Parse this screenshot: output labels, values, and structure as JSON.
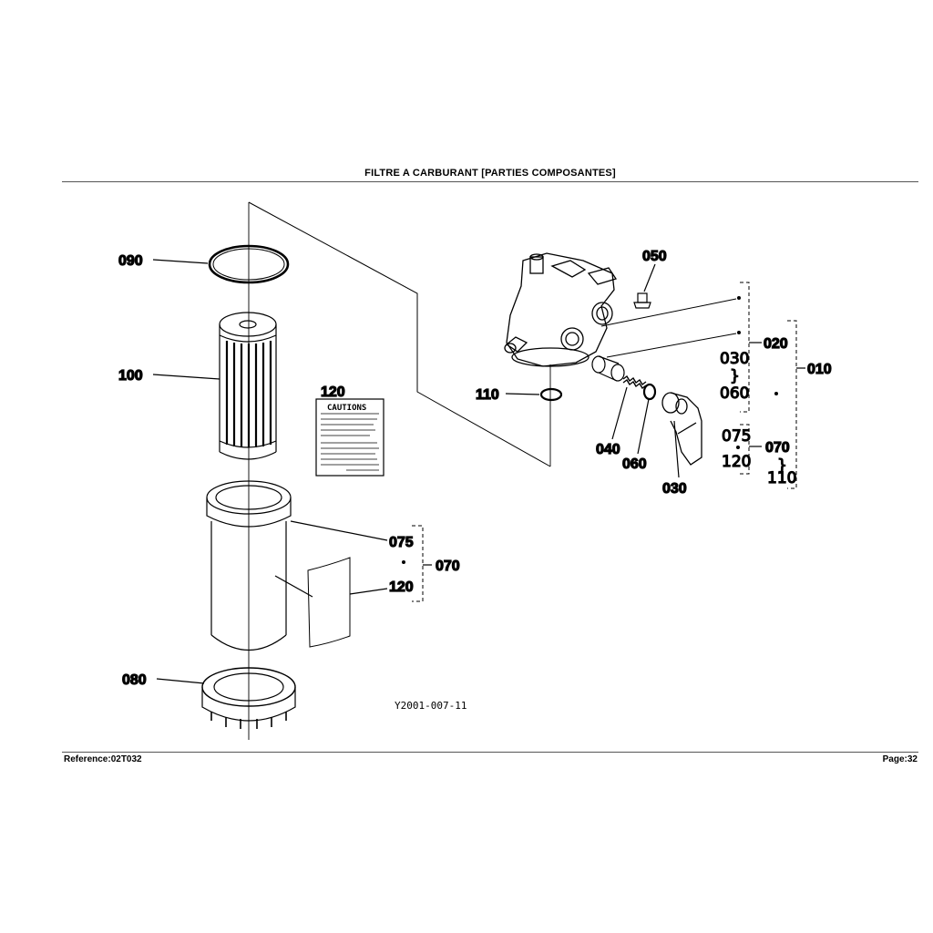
{
  "page": {
    "title": "FILTRE A CARBURANT   [PARTIES COMPOSANTES]",
    "reference": "Reference:02T032",
    "page_number": "Page:32",
    "figure_code": "Y2001-007-11"
  },
  "decal": {
    "heading": "CAUTIONS"
  },
  "callouts": {
    "c090": "090",
    "c100": "100",
    "c120_top": "120",
    "c110": "110",
    "c050": "050",
    "c020": "020",
    "c010": "010",
    "c040": "040",
    "c060": "060",
    "c030": "030",
    "c070_right": "070",
    "c075": "075",
    "c070_left": "070",
    "c120_left": "120",
    "c080": "080"
  },
  "subgroups": {
    "s030": "030",
    "s060": "060",
    "s075": "075",
    "s120": "120",
    "s110": "110",
    "tilde_a": "}",
    "tilde_b": "}"
  }
}
